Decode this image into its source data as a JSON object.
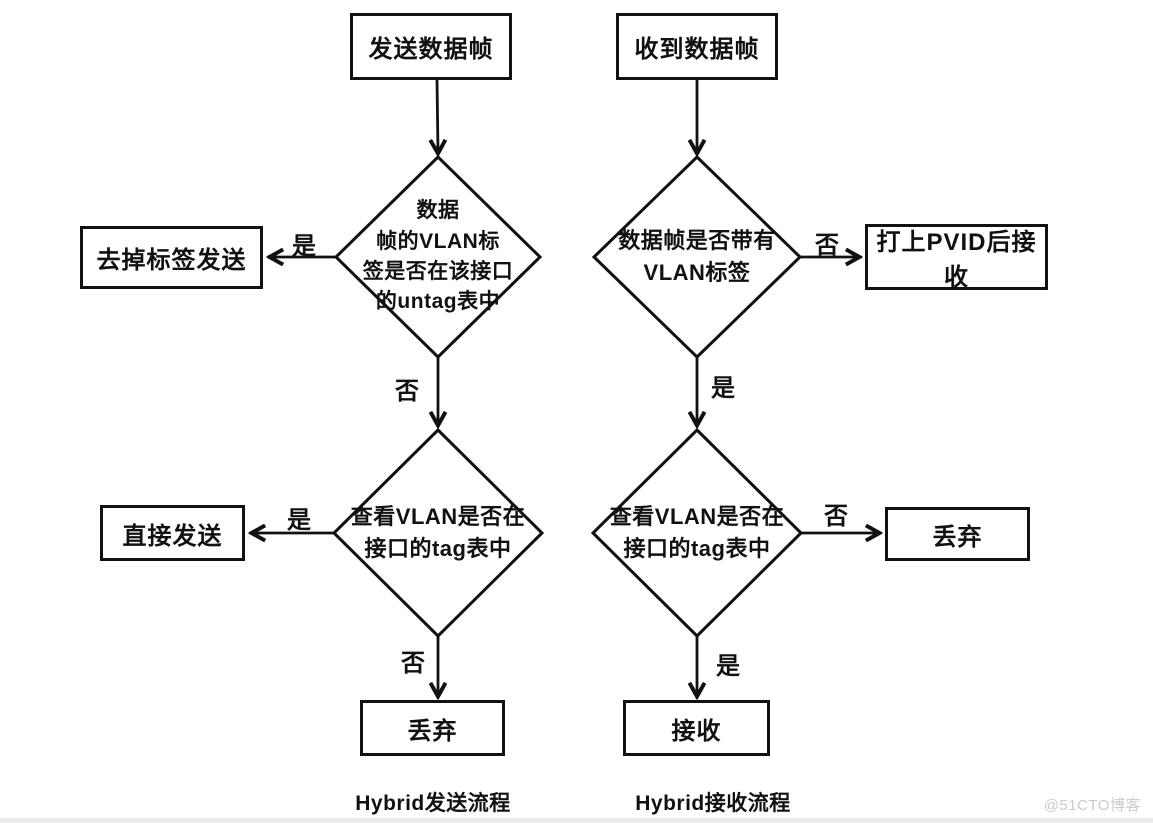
{
  "diagram": {
    "watermark": "@51CTO博客",
    "colors": {
      "line": "#111111",
      "text": "#111111",
      "watermark": "#cbcbcb"
    },
    "left": {
      "caption": "Hybrid发送流程",
      "start": "发送数据帧",
      "decision1": "数据\n帧的VLAN标\n签是否在该接口\n的untag表中",
      "d1_yes_label": "是",
      "d1_yes_action": "去掉标签发送",
      "d1_no_label": "否",
      "decision2": "查看VLAN是否在\n接口的tag表中",
      "d2_yes_label": "是",
      "d2_yes_action": "直接发送",
      "d2_no_label": "否",
      "end": "丢弃"
    },
    "right": {
      "caption": "Hybrid接收流程",
      "start": "收到数据帧",
      "decision1": "数据帧是否带有\nVLAN标签",
      "d1_no_label": "否",
      "d1_no_action": "打上PVID后接收",
      "d1_yes_label": "是",
      "decision2": "查看VLAN是否在\n接口的tag表中",
      "d2_no_label": "否",
      "d2_no_action": "丢弃",
      "d2_yes_label": "是",
      "end": "接收"
    }
  }
}
